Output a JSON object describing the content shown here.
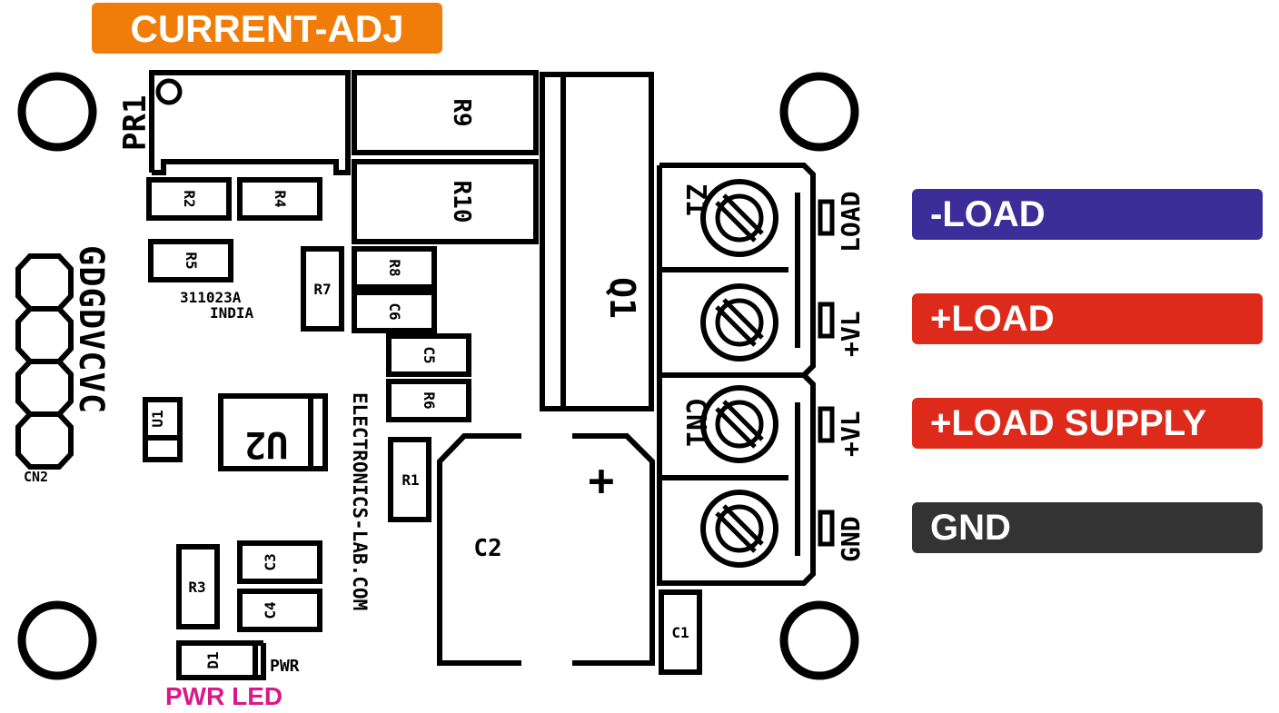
{
  "colors": {
    "adj_tag": "#f07c0a",
    "neg_load_tag": "#3c2d99",
    "pos_load_tag": "#dd2a1b",
    "supply_tag": "#dd2a1b",
    "gnd_tag": "#333333",
    "pwr_led_text": "#d7198a",
    "silkscreen": "#000000"
  },
  "tags": {
    "current_adj": "CURRENT-ADJ",
    "neg_load": "-LOAD",
    "pos_load": "+LOAD",
    "load_supply": "+LOAD SUPPLY",
    "gnd": "GND",
    "pwr_led": "PWR LED"
  },
  "board": {
    "pr1": "PR1",
    "r9": "R9",
    "r10": "R10",
    "r2": "R2",
    "r4": "R4",
    "r5": "R5",
    "r7": "R7",
    "r8": "R8",
    "c6": "C6",
    "c5": "C5",
    "r6": "R6",
    "r1": "R1",
    "r3": "R3",
    "c3": "C3",
    "c4": "C4",
    "c1": "C1",
    "c2": "C2",
    "c2_plus": "+",
    "d1": "D1",
    "pwr": "PWR",
    "u1": "U1",
    "u2": "U2",
    "q1": "Q1",
    "z1": "Z1",
    "cn1": "CN1",
    "cn2": "CN2",
    "cn2_pins": "GDGDVCVC",
    "date_code": "311023A",
    "country": "INDIA",
    "website": "ELECTRONICS-LAB.COM",
    "load_pin": "LOAD",
    "vl_pin_top": "+VL",
    "vl_pin_bottom": "+VL",
    "gnd_pin": "GND"
  }
}
